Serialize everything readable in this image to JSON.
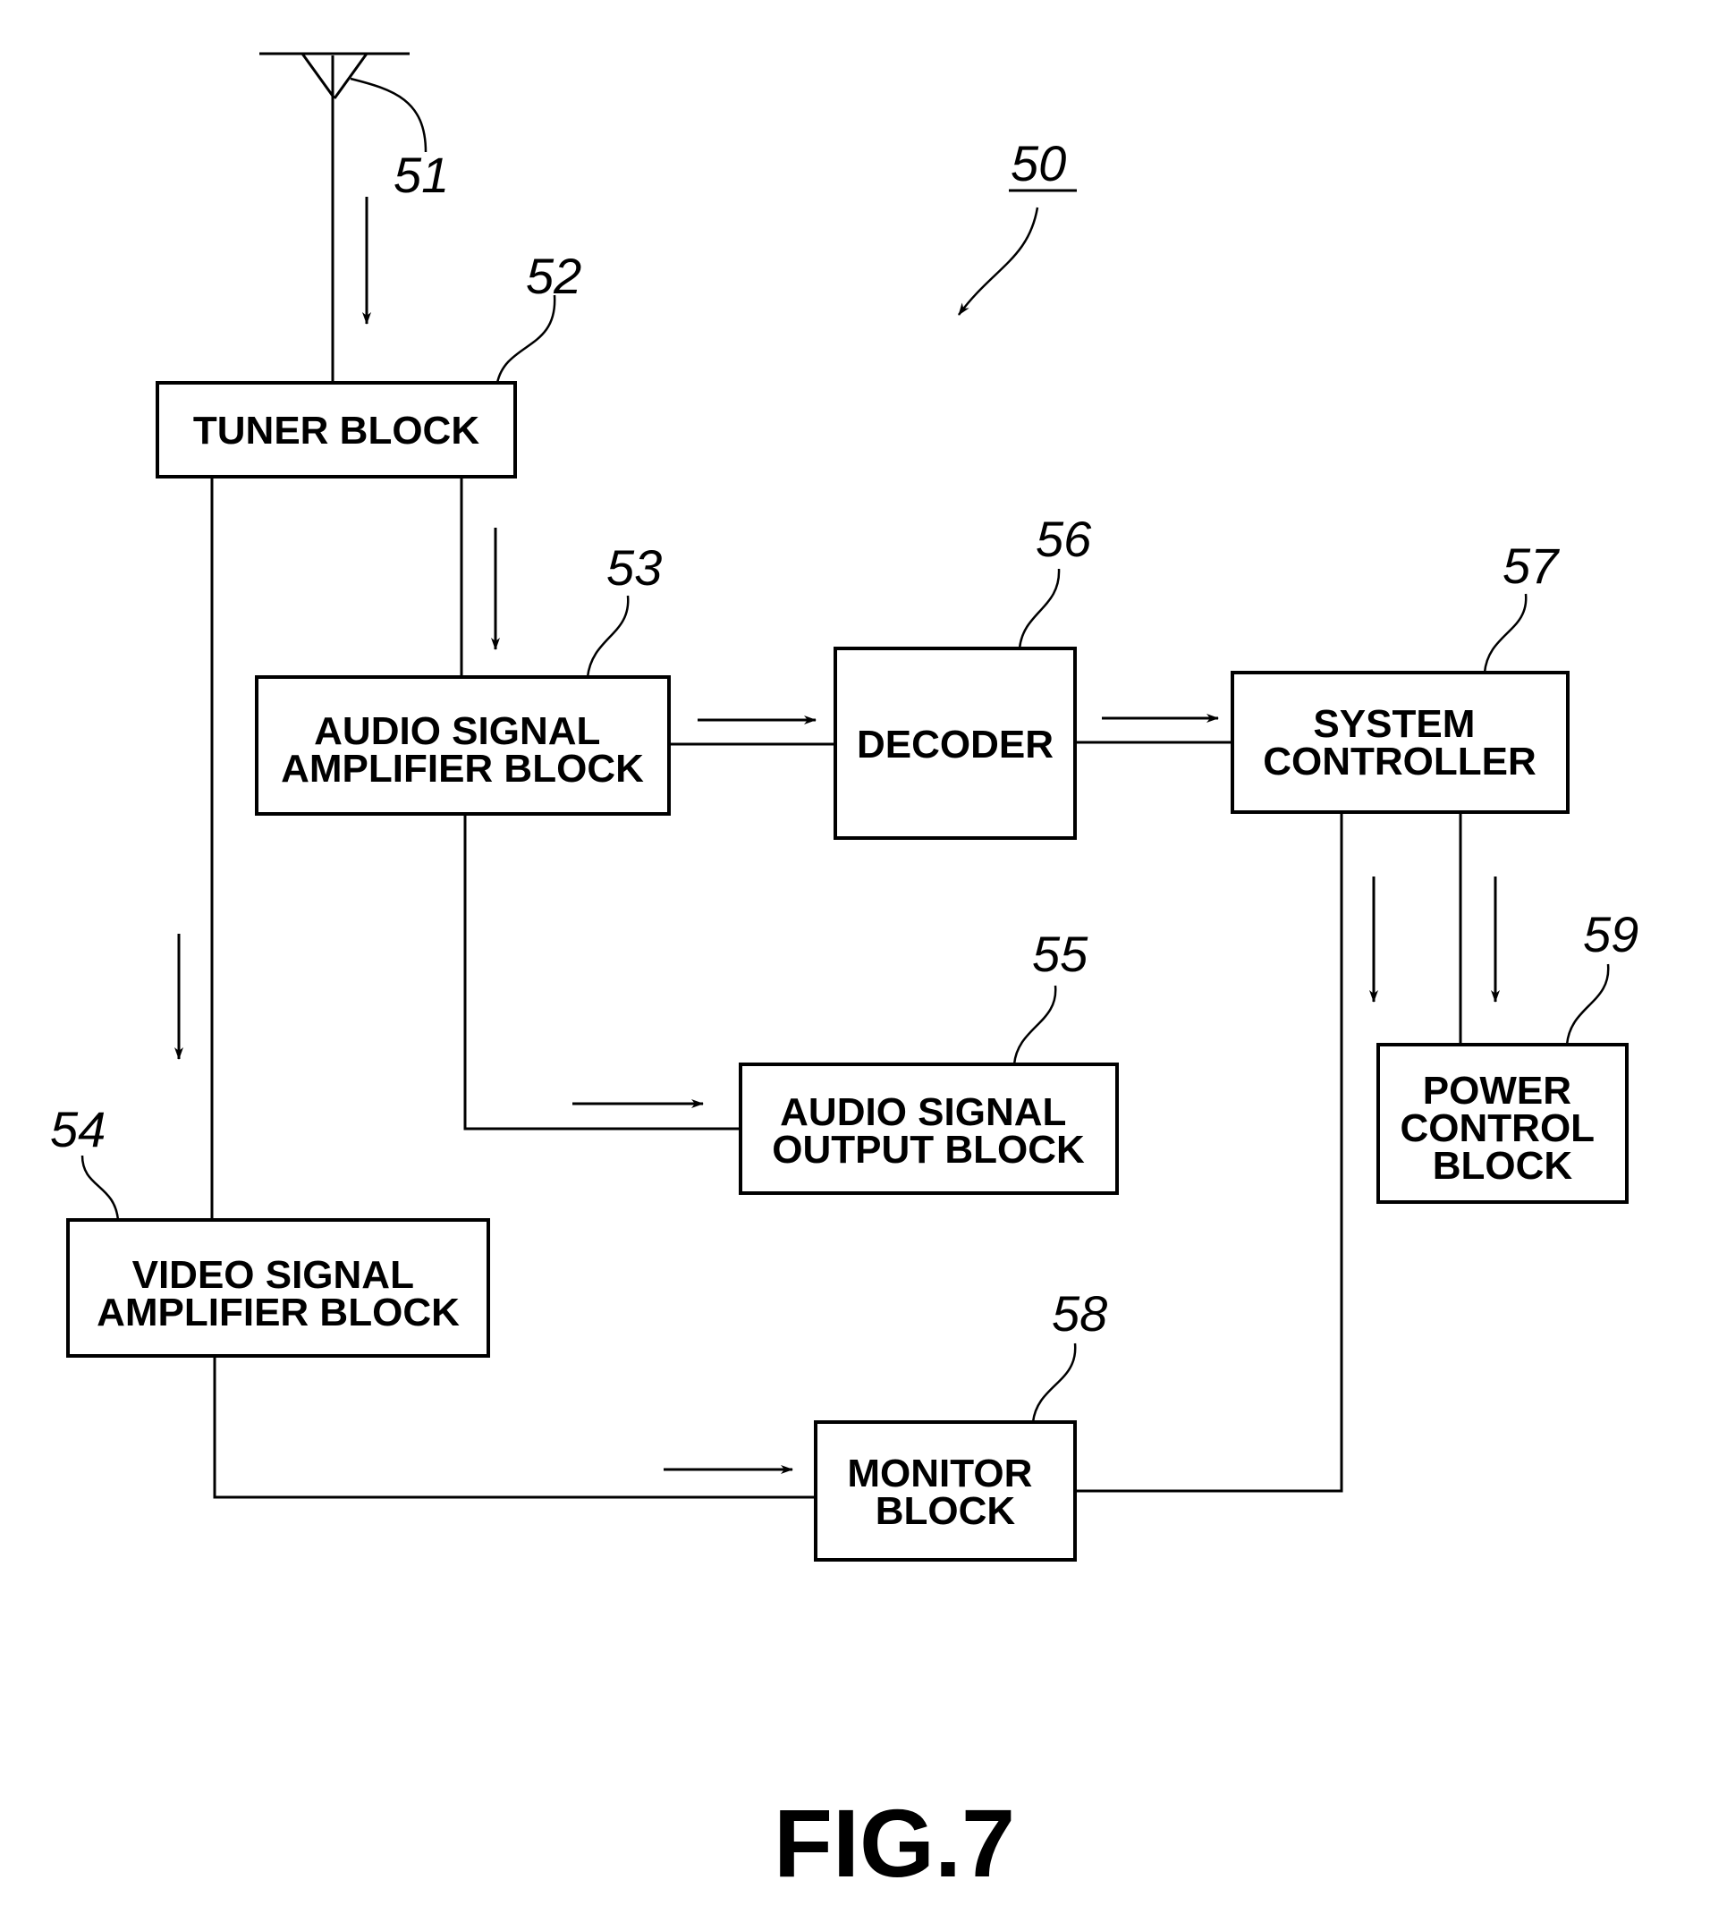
{
  "diagram": {
    "figure_ref": "50",
    "antenna_ref": "51",
    "figure_label": "FIG.7",
    "blocks": {
      "tuner": {
        "ref": "52",
        "lines": [
          "TUNER BLOCK"
        ]
      },
      "audio_amp": {
        "ref": "53",
        "lines": [
          "AUDIO SIGNAL",
          "AMPLIFIER BLOCK"
        ]
      },
      "video_amp": {
        "ref": "54",
        "lines": [
          "VIDEO SIGNAL",
          "AMPLIFIER BLOCK"
        ]
      },
      "audio_out": {
        "ref": "55",
        "lines": [
          "AUDIO SIGNAL",
          "OUTPUT BLOCK"
        ]
      },
      "decoder": {
        "ref": "56",
        "lines": [
          "DECODER"
        ]
      },
      "system_controller": {
        "ref": "57",
        "lines": [
          "SYSTEM",
          "CONTROLLER"
        ]
      },
      "monitor": {
        "ref": "58",
        "lines": [
          "MONITOR",
          "BLOCK"
        ]
      },
      "power_control": {
        "ref": "59",
        "lines": [
          "POWER",
          "CONTROL",
          "BLOCK"
        ]
      }
    }
  }
}
